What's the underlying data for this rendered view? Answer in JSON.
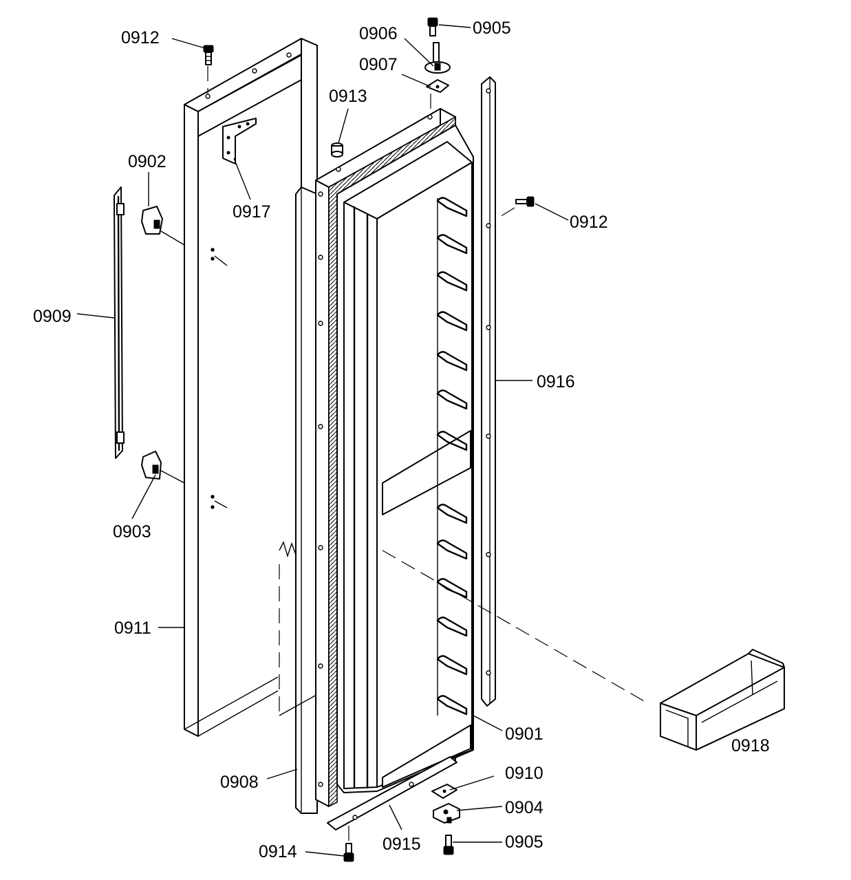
{
  "labels": {
    "p0901": "0901",
    "p0902": "0902",
    "p0903": "0903",
    "p0904": "0904",
    "p0905_top": "0905",
    "p0905_bottom": "0905",
    "p0906": "0906",
    "p0907": "0907",
    "p0908": "0908",
    "p0909": "0909",
    "p0910": "0910",
    "p0911": "0911",
    "p0912_left": "0912",
    "p0912_right": "0912",
    "p0913": "0913",
    "p0914": "0914",
    "p0915": "0915",
    "p0916": "0916",
    "p0917": "0917",
    "p0918": "0918"
  }
}
